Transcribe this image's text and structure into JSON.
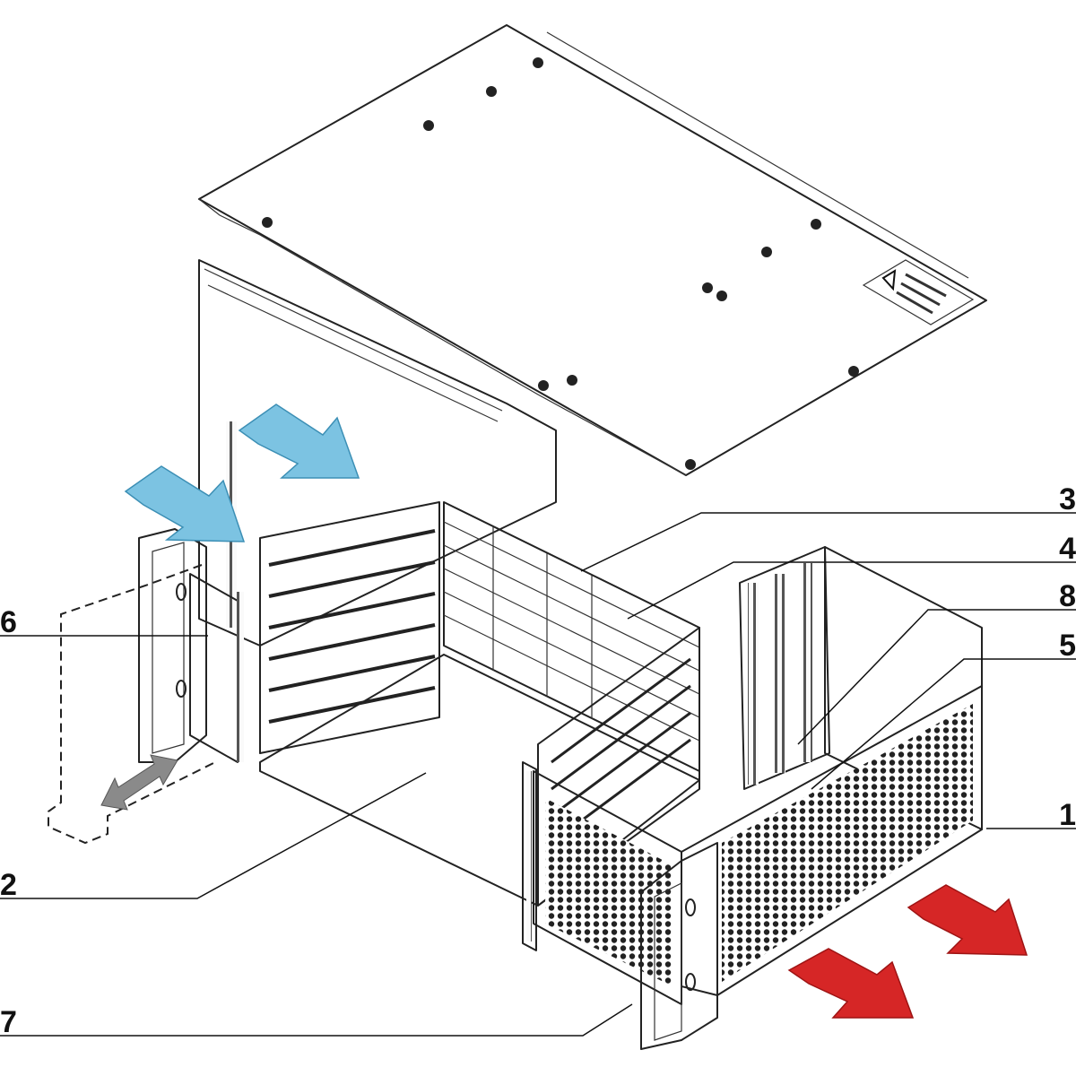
{
  "callouts": [
    {
      "id": "callout-1",
      "label": "1"
    },
    {
      "id": "callout-2",
      "label": "2"
    },
    {
      "id": "callout-3",
      "label": "3"
    },
    {
      "id": "callout-4",
      "label": "4"
    },
    {
      "id": "callout-5",
      "label": "5"
    },
    {
      "id": "callout-6",
      "label": "6"
    },
    {
      "id": "callout-7",
      "label": "7"
    },
    {
      "id": "callout-8",
      "label": "8"
    }
  ],
  "colors": {
    "intake_airflow": "#7cc3e2",
    "exhaust_airflow": "#d62626",
    "slide_arrow": "#8a8a8a",
    "sheet_metal": "#f4f4f4",
    "outline": "#222222"
  },
  "icons": {
    "warning_label": "high-voltage-warning-icon",
    "intake_arrow": "airflow-intake-arrow-icon",
    "exhaust_arrow": "airflow-exhaust-arrow-icon",
    "slide_arrow": "double-arrow-icon"
  }
}
